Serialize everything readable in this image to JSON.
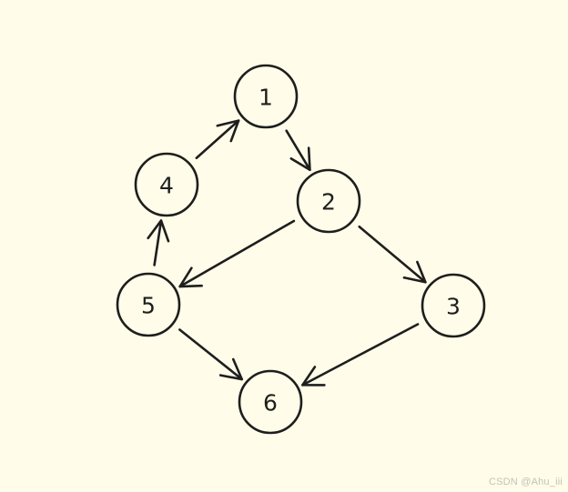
{
  "diagram": {
    "background": "#fffde9",
    "stroke_color": "#1e1e1e",
    "nodes": [
      {
        "id": "1",
        "label": "1"
      },
      {
        "id": "2",
        "label": "2"
      },
      {
        "id": "3",
        "label": "3"
      },
      {
        "id": "4",
        "label": "4"
      },
      {
        "id": "5",
        "label": "5"
      },
      {
        "id": "6",
        "label": "6"
      }
    ],
    "edges": [
      {
        "from": "1",
        "to": "2"
      },
      {
        "from": "2",
        "to": "5"
      },
      {
        "from": "2",
        "to": "3"
      },
      {
        "from": "3",
        "to": "6"
      },
      {
        "from": "5",
        "to": "6"
      },
      {
        "from": "5",
        "to": "4"
      },
      {
        "from": "4",
        "to": "1"
      }
    ]
  },
  "watermark": {
    "text": "CSDN @Ahu_iii"
  }
}
